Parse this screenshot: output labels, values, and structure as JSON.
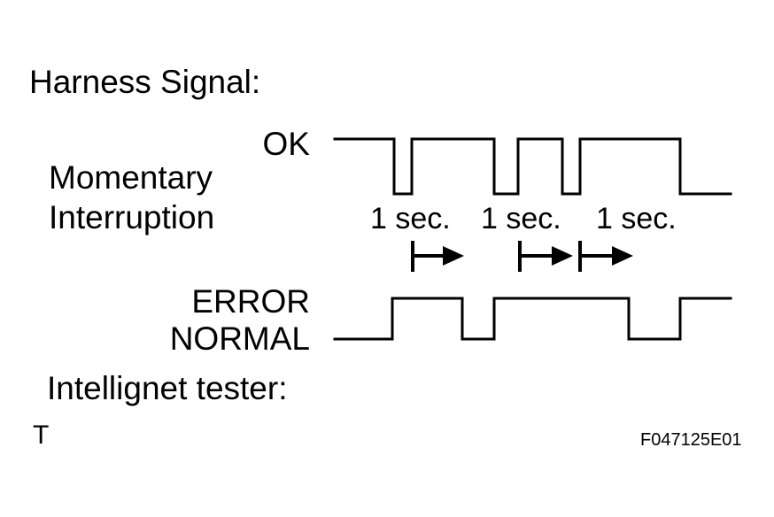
{
  "page": {
    "background": "#ffffff",
    "ink": "#000000"
  },
  "labels": {
    "harness_signal": "Harness Signal:",
    "ok": "OK",
    "momentary": "Momentary",
    "interruption": "Interruption",
    "error": "ERROR",
    "normal": "NORMAL",
    "tester": "Intellignet tester:",
    "t": "T",
    "figure_code": "F047125E01"
  },
  "chart_data": {
    "type": "line",
    "title": "Harness Signal momentary interruption timing vs intelligent tester ERROR/NORMAL output",
    "x_unit": "time (sec, unlabeled axis)",
    "grid": false,
    "legend": false,
    "levels": {
      "top_waveform": [
        "OK (high)",
        "interrupted (low)"
      ],
      "bottom_waveform": [
        "ERROR (high)",
        "NORMAL (low)"
      ]
    },
    "series": [
      {
        "id": "harness-ok",
        "name": "Harness Signal (OK)",
        "points": [
          [
            378,
            157
          ],
          [
            445,
            157
          ],
          [
            445,
            219
          ],
          [
            465,
            219
          ],
          [
            465,
            157
          ],
          [
            558,
            157
          ],
          [
            558,
            219
          ],
          [
            585,
            219
          ],
          [
            585,
            157
          ],
          [
            635,
            157
          ],
          [
            635,
            219
          ],
          [
            655,
            219
          ],
          [
            655,
            157
          ],
          [
            768,
            157
          ],
          [
            768,
            219
          ],
          [
            825,
            219
          ]
        ]
      },
      {
        "id": "tester-error-normal",
        "name": "Intelligent tester (ERROR/NORMAL)",
        "points": [
          [
            378,
            383
          ],
          [
            443,
            383
          ],
          [
            443,
            337
          ],
          [
            522,
            337
          ],
          [
            522,
            383
          ],
          [
            558,
            383
          ],
          [
            558,
            337
          ],
          [
            710,
            337
          ],
          [
            710,
            383
          ],
          [
            768,
            383
          ],
          [
            768,
            337
          ],
          [
            825,
            337
          ]
        ]
      }
    ],
    "annotations": {
      "intervals": [
        {
          "label": "1 sec.",
          "duration_sec": 1,
          "bar_x": 466,
          "tip_x": 524,
          "y": 289,
          "label_left": 418,
          "label_top": 230
        },
        {
          "label": "1 sec.",
          "duration_sec": 1,
          "bar_x": 587,
          "tip_x": 647,
          "y": 289,
          "label_left": 543,
          "label_top": 230
        },
        {
          "label": "1 sec.",
          "duration_sec": 1,
          "bar_x": 655,
          "tip_x": 715,
          "y": 289,
          "label_left": 673,
          "label_top": 230
        }
      ]
    }
  }
}
